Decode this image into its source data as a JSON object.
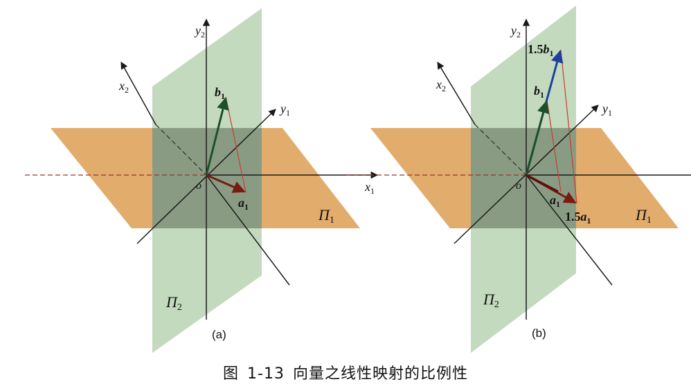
{
  "caption": {
    "prefix": "图",
    "number": "1-13",
    "title": "向量之线性映射的比例性"
  },
  "colors": {
    "horizontal_plane": "#e0a560",
    "vertical_plane": "#b8d4b3",
    "overlap": "#7f9a86",
    "axis": "#1a1a1a",
    "dashed_axis": "#9a3030",
    "vector_b": "#1e4f2c",
    "vector_scaled_b": "#1e3f9a",
    "vector_a": "#7a1a12",
    "guide_line": "#cc3a30"
  },
  "panels": [
    {
      "id": "a",
      "tag": "(a)",
      "origin": "o",
      "axes": {
        "x1": "x",
        "x1_sub": "1",
        "x2": "x",
        "x2_sub": "2",
        "y1": "y",
        "y1_sub": "1",
        "y2": "y",
        "y2_sub": "2"
      },
      "planes": {
        "horizontal": "Π",
        "horizontal_sub": "1",
        "vertical": "Π",
        "vertical_sub": "2"
      },
      "vectors": [
        {
          "name": "b",
          "sub": "1",
          "coef": ""
        },
        {
          "name": "a",
          "sub": "1",
          "coef": ""
        }
      ]
    },
    {
      "id": "b",
      "tag": "(b)",
      "origin": "o",
      "axes": {
        "x1": "",
        "x1_sub": "",
        "x2": "x",
        "x2_sub": "2",
        "y1": "y",
        "y1_sub": "1",
        "y2": "y",
        "y2_sub": "2"
      },
      "planes": {
        "horizontal": "Π",
        "horizontal_sub": "1",
        "vertical": "Π",
        "vertical_sub": "2"
      },
      "vectors": [
        {
          "name": "b",
          "sub": "1",
          "coef": ""
        },
        {
          "name": "b",
          "sub": "1",
          "coef": "1.5"
        },
        {
          "name": "a",
          "sub": "1",
          "coef": ""
        },
        {
          "name": "a",
          "sub": "1",
          "coef": "1.5"
        }
      ]
    }
  ]
}
